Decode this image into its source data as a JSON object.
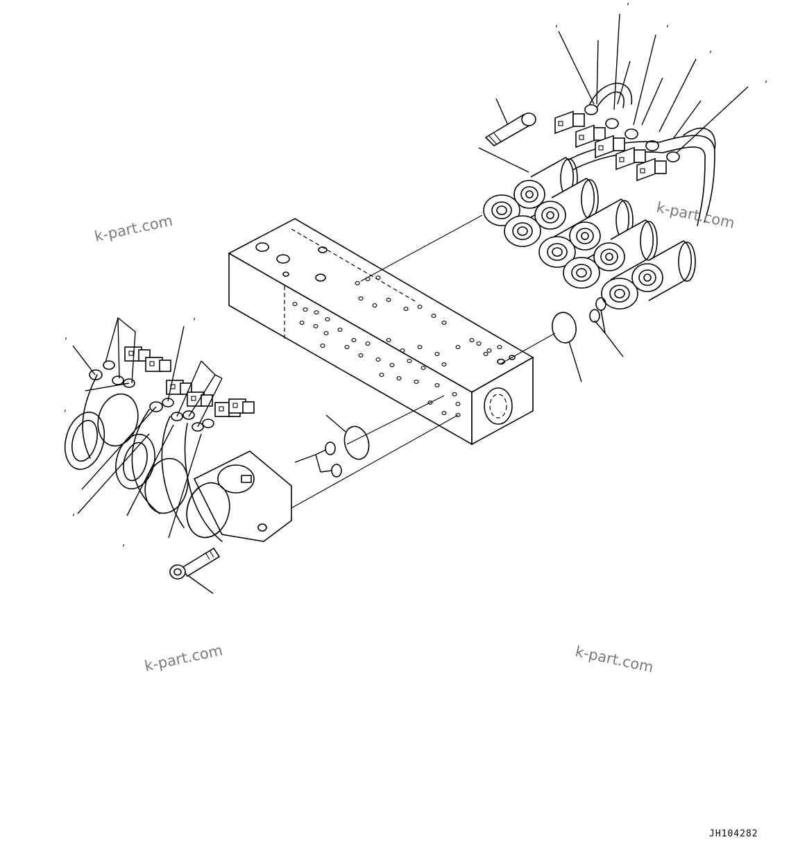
{
  "watermarks": [
    "k-part.com",
    "k-part.com",
    "k-part.com",
    "k-part.com"
  ],
  "drawing_code": "JH104282"
}
